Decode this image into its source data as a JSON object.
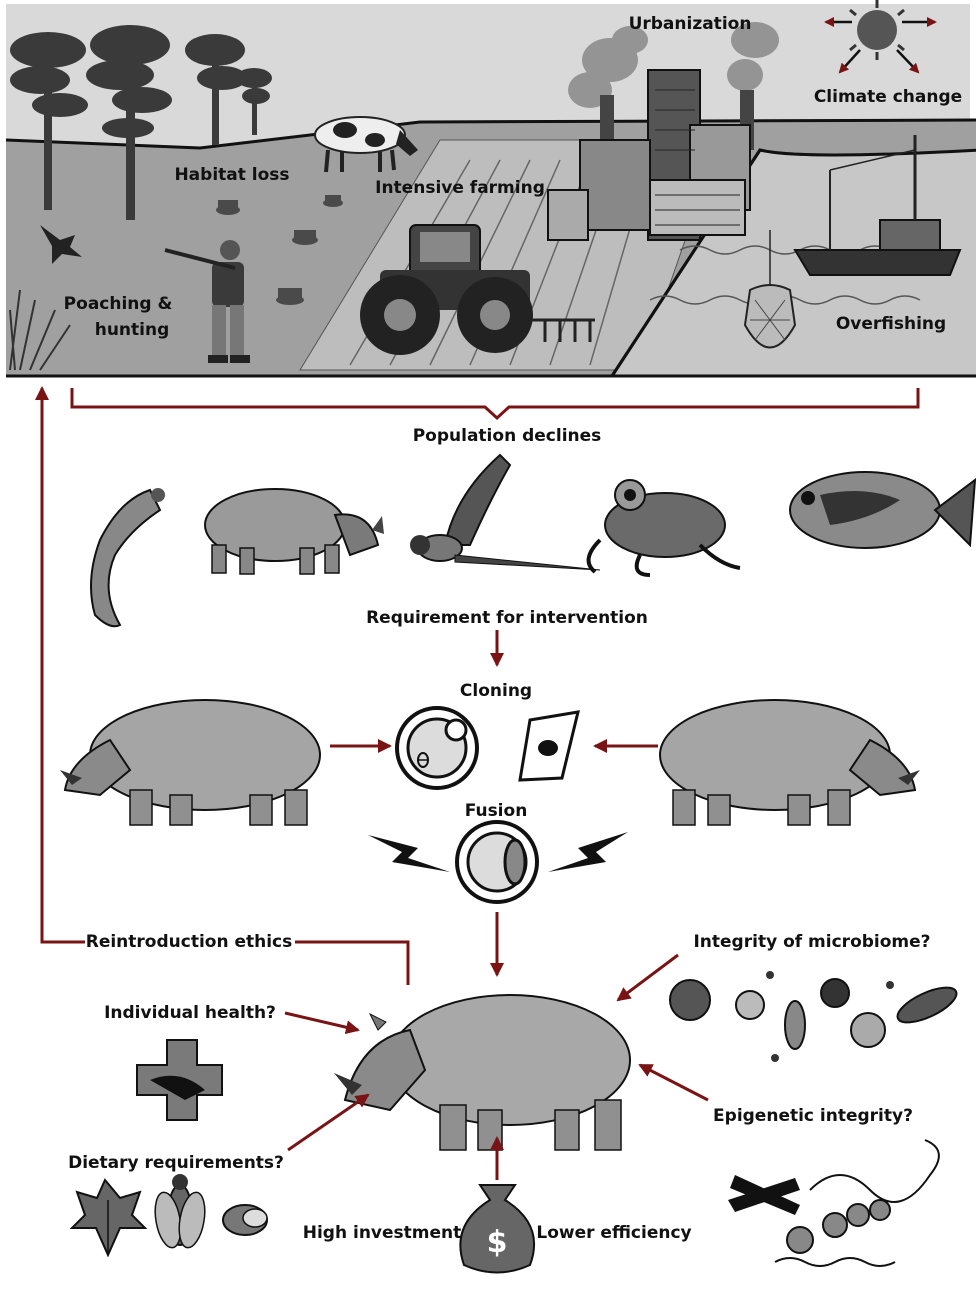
{
  "threats": {
    "urbanization": "Urbanization",
    "climate_change": "Climate change",
    "habitat_loss": "Habitat loss",
    "intensive_farming": "Intensive farming",
    "poaching_line1": "Poaching &",
    "poaching_line2": "hunting",
    "overfishing": "Overfishing"
  },
  "flow": {
    "population_declines": "Population declines",
    "requirement": "Requirement for intervention",
    "cloning": "Cloning",
    "fusion": "Fusion"
  },
  "concerns": {
    "reintroduction": "Reintroduction ethics",
    "microbiome": "Integrity of microbiome?",
    "individual_health": "Individual health?",
    "epigenetic": "Epigenetic integrity?",
    "dietary": "Dietary requirements?",
    "high_investment": "High investment",
    "lower_efficiency": "Lower efficiency"
  },
  "icons": {
    "money_bag_symbol": "$"
  },
  "colors": {
    "arrow": "#7a1414",
    "panel": "#c9c9c9",
    "ground": "#8d8d8d",
    "dark": "#2b2b2b"
  }
}
